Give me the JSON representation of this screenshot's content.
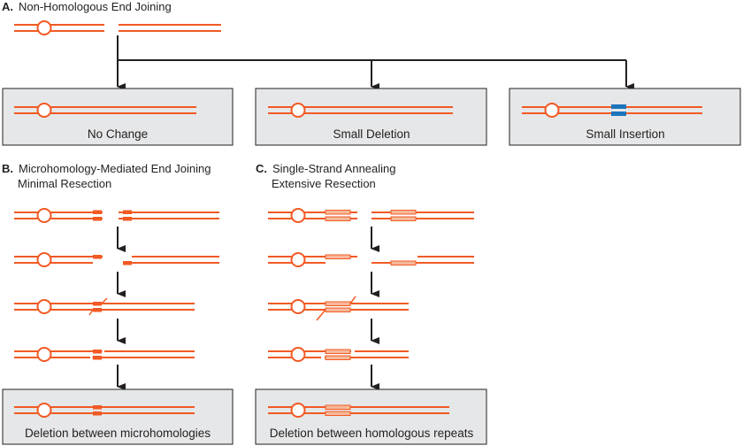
{
  "colors": {
    "dna": "#f15a24",
    "repeat": "#f7b89a",
    "insertion": "#1b75bc",
    "box_fill": "#e6e7e8",
    "box_stroke": "#231f20",
    "arrow": "#231f20"
  },
  "section_a": {
    "letter": "A.",
    "title": "Non-Homologous End Joining",
    "outcomes": [
      {
        "label": "No Change"
      },
      {
        "label": "Small Deletion"
      },
      {
        "label": "Small Insertion"
      }
    ]
  },
  "section_b": {
    "letter": "B.",
    "title_line1": "Microhomology-Mediated End Joining",
    "title_line2": "Minimal Resection",
    "outcome": {
      "label": "Deletion between microhomologies"
    }
  },
  "section_c": {
    "letter": "C.",
    "title_line1": "Single-Strand Annealing",
    "title_line2": "Extensive Resection",
    "outcome": {
      "label": "Deletion between homologous repeats"
    }
  }
}
